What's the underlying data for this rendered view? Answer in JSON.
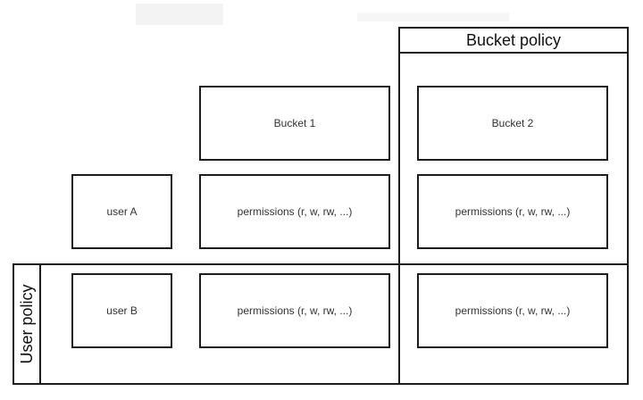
{
  "diagram": {
    "bucket_policy_label": "Bucket policy",
    "user_policy_label": "User policy",
    "buckets": [
      {
        "label": "Bucket 1"
      },
      {
        "label": "Bucket 2"
      }
    ],
    "users": [
      {
        "label": "user A"
      },
      {
        "label": "user B"
      }
    ],
    "permissions": [
      {
        "label": "permissions (r, w, rw, ...)"
      },
      {
        "label": "permissions (r, w, rw, ...)"
      },
      {
        "label": "permissions (r, w, rw, ...)"
      },
      {
        "label": "permissions (r, w, rw, ...)"
      }
    ]
  }
}
